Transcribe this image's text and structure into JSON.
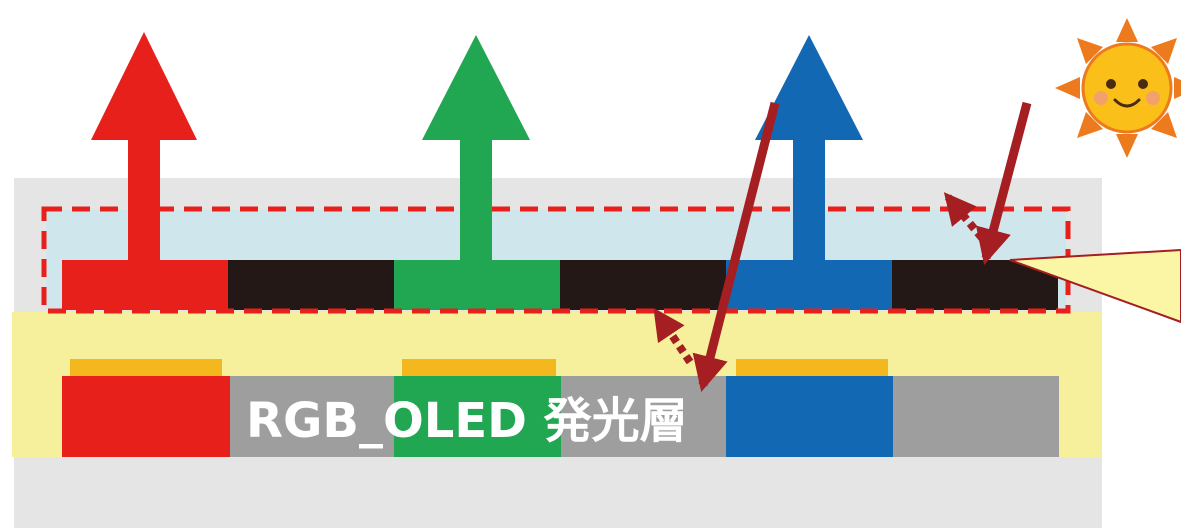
{
  "labels": {
    "emission_layer": "RGB_OLED 発光層"
  },
  "pixel_sequence": [
    "red",
    "black",
    "green",
    "black",
    "blue",
    "black"
  ],
  "emitted_light": [
    "red",
    "green",
    "blue"
  ],
  "icons": {
    "sun": "sun-icon"
  },
  "colors": {
    "red": "#e8201c",
    "green": "#21a651",
    "blue": "#1268b3",
    "black": "#231815",
    "gray": "#9e9e9e",
    "yellow_layer": "#f6f09c",
    "light_blue_layer": "#cfe6ec",
    "background_gray": "#e5e5e5",
    "electrode_gold": "#f4b71e",
    "external_light_arrow": "#a51e22",
    "dashed_outline": "#e8201c",
    "callout": "#fbf6a6",
    "sun_body": "#fbbf1a",
    "sun_rays": "#ee7a1e"
  }
}
